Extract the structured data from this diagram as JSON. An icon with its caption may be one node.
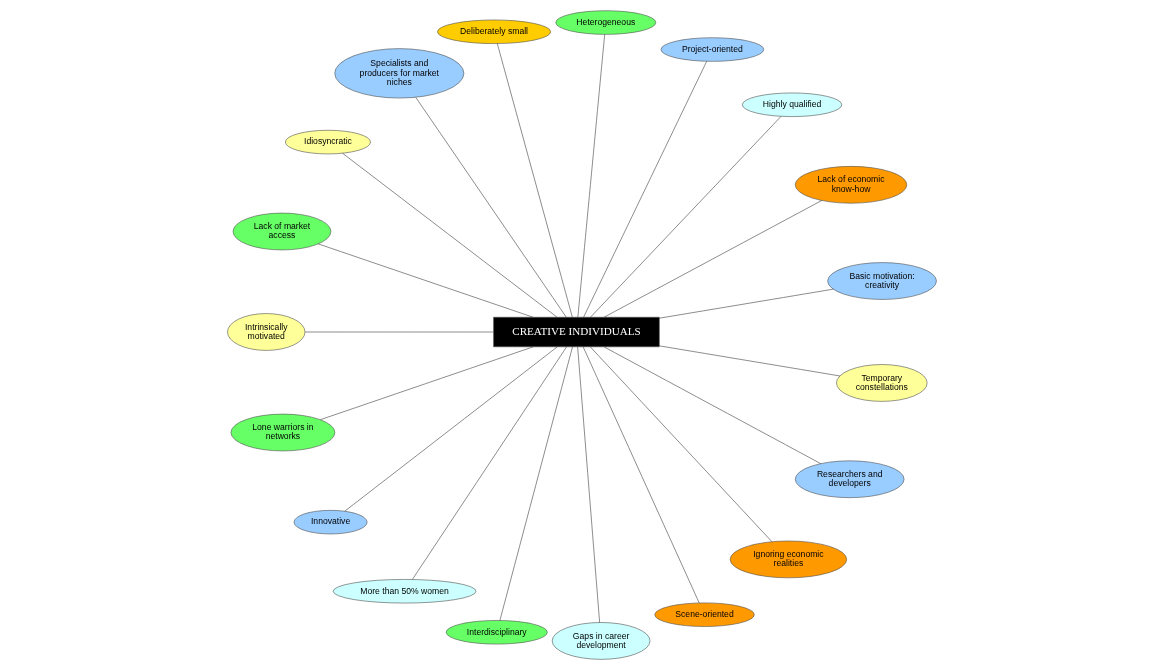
{
  "diagram": {
    "nodes": [
      {
        "text": [
          "CREATIVE INDIVIDUALS"
        ]
      },
      {
        "text": [
          "Basic motivation: creativity"
        ]
      },
      {
        "text": [
          "Lack of economic know-how"
        ]
      },
      {
        "text": [
          "Highly qualified"
        ]
      },
      {
        "text": [
          "Project-oriented"
        ]
      },
      {
        "text": [
          "Heterogeneous"
        ]
      },
      {
        "text": [
          "Deliberately small"
        ]
      },
      {
        "text": [
          "Specialists and producers for market niches"
        ]
      },
      {
        "text": [
          "Idiosyncratic"
        ]
      },
      {
        "text": [
          "Lack of market access"
        ]
      },
      {
        "text": [
          "Intrinsically motivated"
        ]
      },
      {
        "text": [
          "Lone warriors in networks"
        ]
      },
      {
        "text": [
          "Innovative"
        ]
      },
      {
        "text": [
          "More than 50% women"
        ]
      },
      {
        "text": [
          "Interdisciplinary"
        ]
      },
      {
        "text": [
          "Gaps in career development"
        ]
      },
      {
        "text": [
          "Scene-oriented"
        ]
      },
      {
        "text": [
          "Ignoring economic realities"
        ]
      },
      {
        "text": [
          "Researchers and developers"
        ]
      },
      {
        "text": [
          "Temporary constellations"
        ]
      }
    ],
    "edges": [
      {
        "from": 0,
        "to": 1,
        "arrow": "none"
      },
      {
        "from": 0,
        "to": 2,
        "arrow": "none"
      },
      {
        "from": 0,
        "to": 3,
        "arrow": "none"
      },
      {
        "from": 0,
        "to": 4,
        "arrow": "none"
      },
      {
        "from": 0,
        "to": 5,
        "arrow": "none"
      },
      {
        "from": 0,
        "to": 6,
        "arrow": "none"
      },
      {
        "from": 0,
        "to": 7,
        "arrow": "none"
      },
      {
        "from": 0,
        "to": 8,
        "arrow": "none"
      },
      {
        "from": 0,
        "to": 9,
        "arrow": "none"
      },
      {
        "from": 0,
        "to": 10,
        "arrow": "none"
      },
      {
        "from": 0,
        "to": 11,
        "arrow": "none"
      },
      {
        "from": 0,
        "to": 12,
        "arrow": "none"
      },
      {
        "from": 0,
        "to": 13,
        "arrow": "none"
      },
      {
        "from": 0,
        "to": 14,
        "arrow": "none"
      },
      {
        "from": 0,
        "to": 15,
        "arrow": "none"
      },
      {
        "from": 0,
        "to": 16,
        "arrow": "none"
      },
      {
        "from": 0,
        "to": 17,
        "arrow": "none"
      },
      {
        "from": 0,
        "to": 18,
        "arrow": "none"
      },
      {
        "from": 0,
        "to": 19,
        "arrow": "none"
      }
    ]
  }
}
